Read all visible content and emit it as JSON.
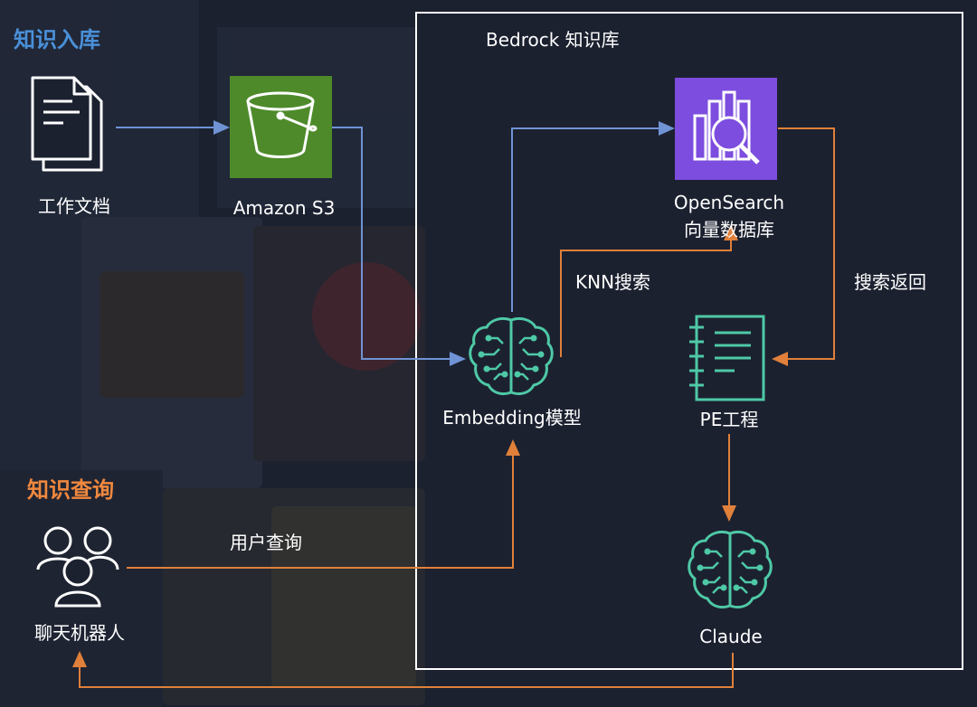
{
  "colors": {
    "background": "#1c2130",
    "heading_ingest": "#4a90d9",
    "heading_query": "#f0883e",
    "arrow_blue": "#6f93d4",
    "arrow_orange": "#e0803a",
    "s3_green": "#4e8a2a",
    "opensearch_purple": "#7c4dde",
    "teal_icon": "#4ec9a6",
    "box_border": "#ffffff"
  },
  "headings": {
    "ingest": "知识入库",
    "query": "知识查询"
  },
  "container": {
    "title": "Bedrock 知识库"
  },
  "nodes": {
    "docs": {
      "label": "工作文档",
      "icon": "documents-icon"
    },
    "s3": {
      "label": "Amazon S3",
      "icon": "bucket-icon"
    },
    "opensearch": {
      "label_line1": "OpenSearch",
      "label_line2": "向量数据库",
      "icon": "opensearch-icon"
    },
    "embedding": {
      "label": "Embedding模型",
      "icon": "brain-circuit-icon"
    },
    "pe": {
      "label": "PE工程",
      "icon": "notebook-icon"
    },
    "claude": {
      "label": "Claude",
      "icon": "brain-circuit-icon"
    },
    "chatbot": {
      "label": "聊天机器人",
      "icon": "users-icon"
    }
  },
  "edges": {
    "knn": "KNN搜索",
    "search_return": "搜索返回",
    "user_query": "用户查询"
  }
}
